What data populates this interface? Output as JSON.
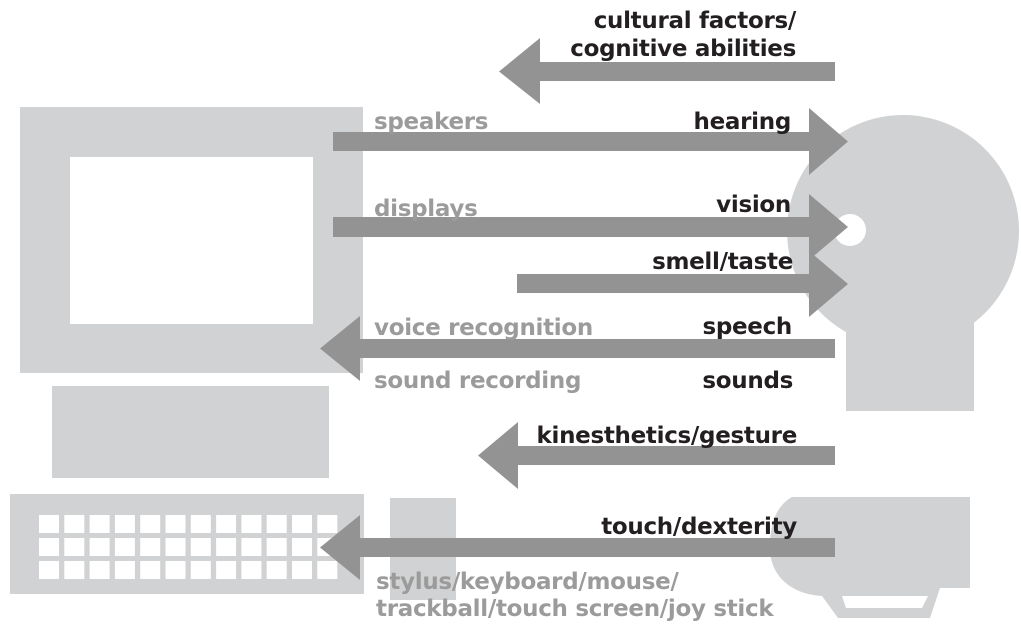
{
  "colors": {
    "background": "#ffffff",
    "hardware_grey": "#d1d2d3",
    "arrow_grey": "#939393",
    "human_label": "#231f20",
    "device_label": "#9b9b9b"
  },
  "human_labels": {
    "cultural_line1": "cultural factors/",
    "cultural_line2": "cognitive abilities",
    "hearing": "hearing",
    "vision": "vision",
    "smell_taste": "smell/taste",
    "speech": "speech",
    "sounds": "sounds",
    "kinesthetics": "kinesthetics/gesture",
    "touch": "touch/dexterity"
  },
  "device_labels": {
    "speakers": "speakers",
    "displays": "displays",
    "voice_recognition": "voice recognition",
    "sound_recording": "sound recording",
    "input_line1": "stylus/keyboard/mouse/",
    "input_line2": "trackball/touch screen/joy stick"
  },
  "arrows": [
    {
      "name": "arrow-cultural-factors",
      "direction": "left"
    },
    {
      "name": "arrow-hearing",
      "direction": "right"
    },
    {
      "name": "arrow-vision",
      "direction": "right"
    },
    {
      "name": "arrow-smell-taste",
      "direction": "right"
    },
    {
      "name": "arrow-speech-sounds",
      "direction": "left"
    },
    {
      "name": "arrow-kinesthetics",
      "direction": "left"
    },
    {
      "name": "arrow-touch",
      "direction": "left"
    }
  ],
  "icons": [
    "computer-monitor-icon",
    "computer-base-icon",
    "keyboard-icon",
    "mouse-icon",
    "human-head-icon",
    "human-hand-icon"
  ]
}
